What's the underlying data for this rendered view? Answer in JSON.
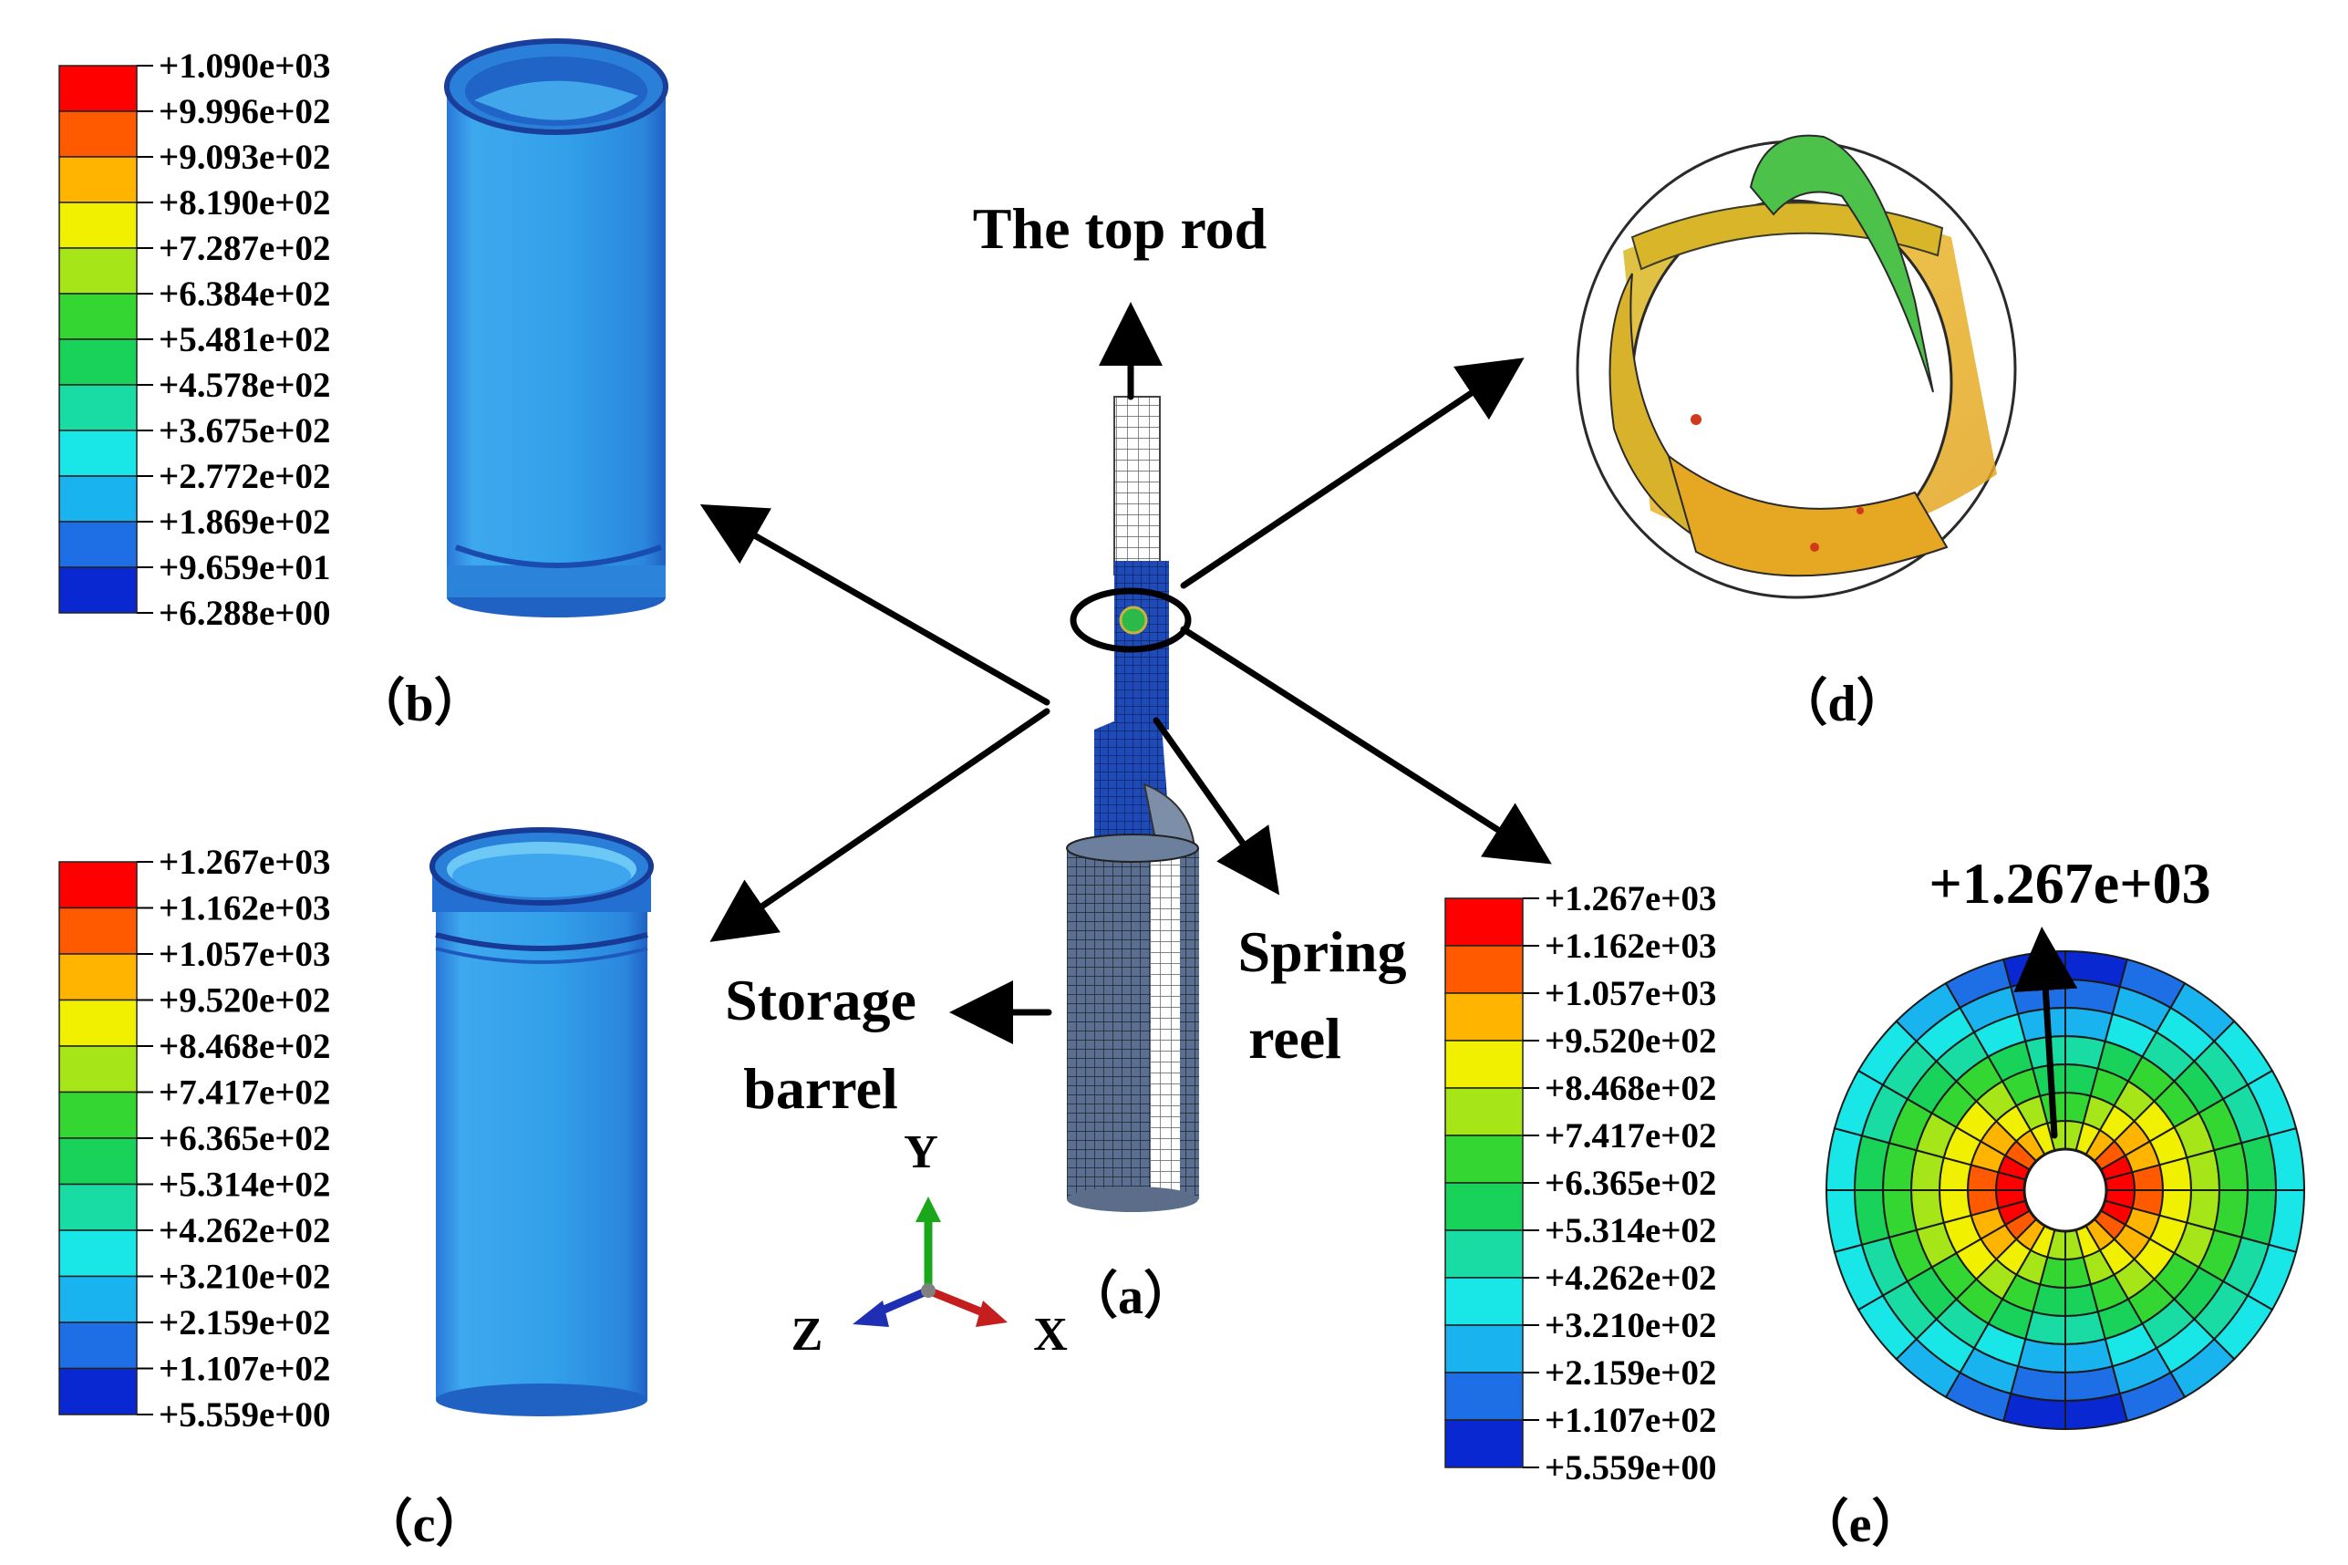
{
  "labels": {
    "top_rod": "The top rod",
    "spring": "Spring",
    "reel": "reel",
    "storage": "Storage",
    "barrel": "barrel",
    "max_value": "+1.267e+03"
  },
  "captions": {
    "a": "（a）",
    "b": "（b）",
    "c": "（c）",
    "d": "（d）",
    "e": "（e）"
  },
  "axes": {
    "x": "X",
    "y": "Y",
    "z": "Z"
  },
  "contour_colors": [
    "#ff0000",
    "#ff5a00",
    "#ffb400",
    "#f0f000",
    "#a6e619",
    "#34d631",
    "#19d25a",
    "#19dca5",
    "#19e6e6",
    "#19b4f0",
    "#1e6ee6",
    "#0a28d2"
  ],
  "legends": {
    "b": [
      "+1.090e+03",
      "+9.996e+02",
      "+9.093e+02",
      "+8.190e+02",
      "+7.287e+02",
      "+6.384e+02",
      "+5.481e+02",
      "+4.578e+02",
      "+3.675e+02",
      "+2.772e+02",
      "+1.869e+02",
      "+9.659e+01",
      "+6.288e+00"
    ],
    "c": [
      "+1.267e+03",
      "+1.162e+03",
      "+1.057e+03",
      "+9.520e+02",
      "+8.468e+02",
      "+7.417e+02",
      "+6.365e+02",
      "+5.314e+02",
      "+4.262e+02",
      "+3.210e+02",
      "+2.159e+02",
      "+1.107e+02",
      "+5.559e+00"
    ],
    "e": [
      "+1.267e+03",
      "+1.162e+03",
      "+1.057e+03",
      "+9.520e+02",
      "+8.468e+02",
      "+7.417e+02",
      "+6.365e+02",
      "+5.314e+02",
      "+4.262e+02",
      "+3.210e+02",
      "+2.159e+02",
      "+1.107e+02",
      "+5.559e+00"
    ]
  }
}
